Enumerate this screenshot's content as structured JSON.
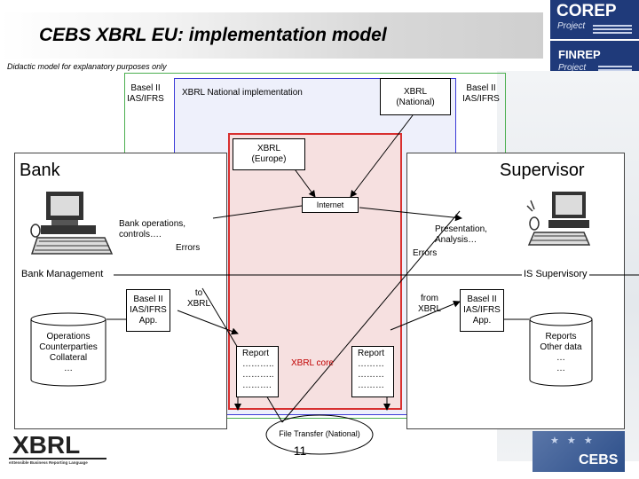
{
  "header": {
    "title": "CEBS XBRL EU: implementation model",
    "subtitle": "Didactic model for explanatory purposes only"
  },
  "logos": {
    "corep_line1": "COREP",
    "corep_line2": "Project",
    "finrep_line1": "FINREP",
    "finrep_line2": "Project",
    "xbrl": "XBRL",
    "xbrl_tagline": "eXtensible Business Reporting Language",
    "cebs": "CEBS"
  },
  "diagram": {
    "basel_left": [
      "Basel II",
      "IAS/IFRS"
    ],
    "national_impl": "XBRL National implementation",
    "xbrl_national": [
      "XBRL",
      "(National)"
    ],
    "basel_right": [
      "Basel II",
      "IAS/IFRS"
    ],
    "xbrl_europe": [
      "XBRL",
      "(Europe)"
    ],
    "bank": "Bank",
    "supervisor": "Supervisor",
    "internet": "Internet",
    "bank_ops": [
      "Bank operations,",
      "controls…."
    ],
    "errors_left": "Errors",
    "presentation": [
      "Presentation,",
      "Analysis…"
    ],
    "errors_right": "Errors",
    "bank_mgmt": "Bank Management",
    "is_supervisory": "IS Supervisory",
    "basel_app_left": [
      "Basel II",
      "IAS/IFRS",
      "App."
    ],
    "to_xbrl": [
      "to",
      "XBRL"
    ],
    "from_xbrl": [
      "from",
      "XBRL"
    ],
    "basel_app_right": [
      "Basel II",
      "IAS/IFRS",
      "App."
    ],
    "db_left": [
      "Operations",
      "Counterparties",
      "Collateral",
      "…"
    ],
    "db_right": [
      "Reports",
      "Other data",
      "…",
      "…"
    ],
    "report_left": [
      "Report",
      "………..",
      "………..",
      "………."
    ],
    "xbrl_core": "XBRL core",
    "report_right": [
      "Report",
      "………",
      "………",
      "………"
    ],
    "file_transfer": "File Transfer (National)",
    "page_number": "11"
  },
  "colors": {
    "green": "#4caf50",
    "blue": "#3a3ad8",
    "red": "#d83030",
    "blue_fill": "#eef0fb",
    "red_fill": "#f6e0e0",
    "corep_navy": "#1f3a7a",
    "core_text": "#c00000"
  }
}
